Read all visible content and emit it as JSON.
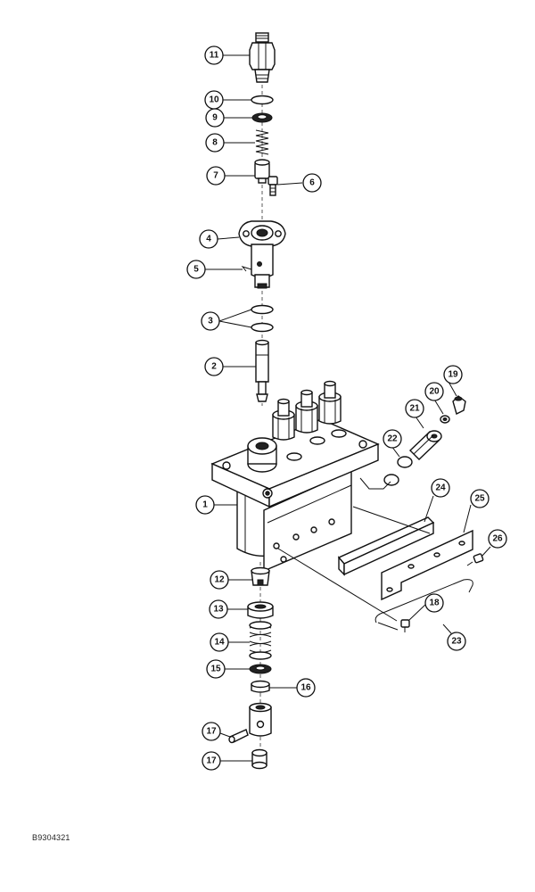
{
  "figure_id": "B9304321",
  "callouts": [
    "1",
    "2",
    "3",
    "4",
    "5",
    "6",
    "7",
    "8",
    "9",
    "10",
    "11",
    "12",
    "13",
    "14",
    "15",
    "16",
    "17",
    "18",
    "19",
    "20",
    "21",
    "22",
    "23",
    "24",
    "25",
    "26"
  ]
}
